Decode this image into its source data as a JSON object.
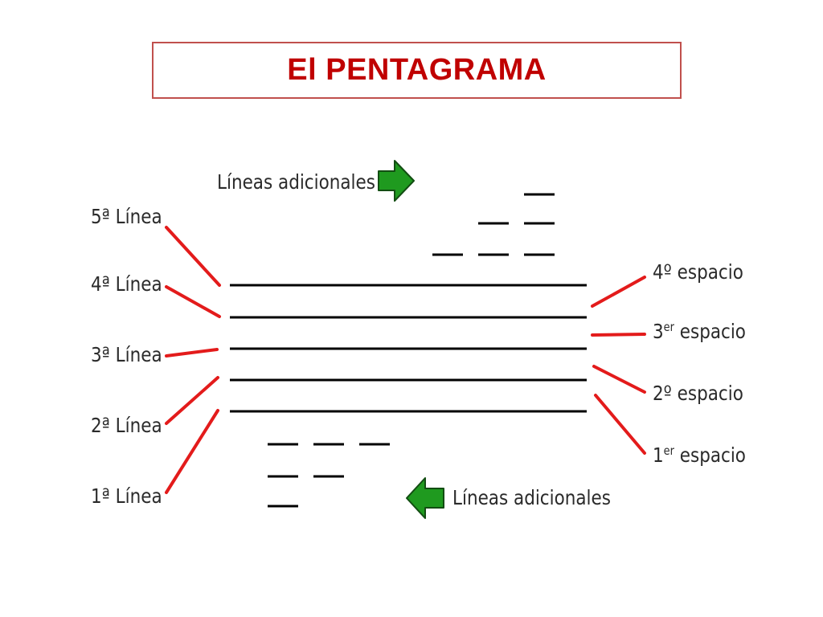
{
  "title": "El PENTAGRAMA",
  "lines": {
    "l5": "5ª Línea",
    "l4": "4ª Línea",
    "l3": "3ª Línea",
    "l2": "2ª Línea",
    "l1": "1ª Línea"
  },
  "spaces": {
    "s4": {
      "num": "4",
      "sup": "",
      "word": "º espacio"
    },
    "s3": {
      "num": "3",
      "sup": "er",
      "word": " espacio"
    },
    "s2": {
      "num": "2",
      "sup": "",
      "word": "º espacio"
    },
    "s1": {
      "num": "1",
      "sup": "er",
      "word": " espacio"
    }
  },
  "ledger": {
    "top_label": "Líneas adicionales",
    "bottom_label": "Líneas adicionales"
  },
  "colors": {
    "title_border": "#c0504d",
    "title_text": "#c00000",
    "pointer": "#e31b1b",
    "arrow_fill": "#1f9a1f",
    "staff": "#000000"
  }
}
